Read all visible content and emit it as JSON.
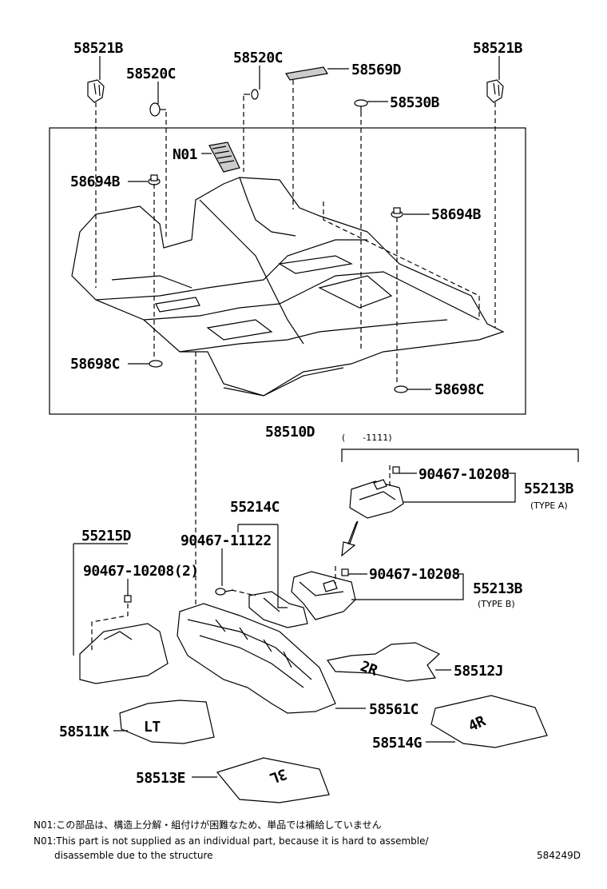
{
  "labels": {
    "l58521B_left": "58521B",
    "l58521B_right": "58521B",
    "l58520C_top": "58520C",
    "l58520C_left": "58520C",
    "l58569D": "58569D",
    "l58530B": "58530B",
    "lN01": "N01",
    "l58694B_left": "58694B",
    "l58694B_right": "58694B",
    "l58698C_left": "58698C",
    "l58698C_right": "58698C",
    "l58510D": "58510D",
    "range": "(　　-1111)",
    "l90467_10208_a": "90467-10208",
    "l55213B_a": "55213B",
    "typeA": "(TYPE A)",
    "l90467_10208_b": "90467-10208",
    "l55213B_b": "55213B",
    "typeB": "(TYPE B)",
    "l55214C": "55214C",
    "l90467_11122": "90467-11122",
    "l55215D": "55215D",
    "l90467_10208_2": "90467-10208(2)",
    "l58512J": "58512J",
    "l58561C": "58561C",
    "l58511K": "58511K",
    "l58514G": "58514G",
    "l58513E": "58513E"
  },
  "mat_text": {
    "lt": "LT",
    "fourr": "4R",
    "threel": "3L",
    "twor": "2R"
  },
  "notes": {
    "jp": "N01:この部品は、構造上分解・組付けが困難なため、単品では補給していません",
    "en1": "N01:This part is not supplied as an individual part, because it is hard to assemble/",
    "en2": "disassemble due to the structure",
    "code": "584249D"
  }
}
